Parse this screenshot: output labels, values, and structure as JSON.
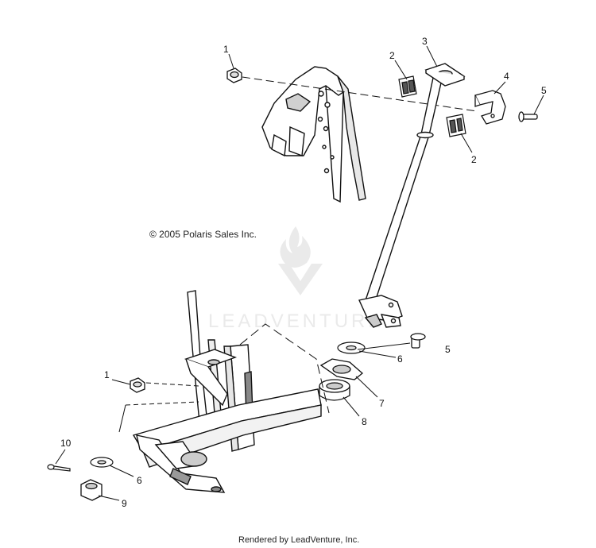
{
  "copyright": "© 2005 Polaris Sales Inc.",
  "credit": "Rendered by LeadVenture, Inc.",
  "watermark_text": "LEADVENTURE",
  "colors": {
    "line": "#111111",
    "fill": "#ffffff",
    "shade": "#bdbdbd",
    "watermark": "#d9d9d9"
  },
  "callouts": {
    "c1_top": "1",
    "c2_top": "2",
    "c3": "3",
    "c4": "4",
    "c5_top": "5",
    "c2_mid": "2",
    "c5_low": "5",
    "c6_right": "6",
    "c7": "7",
    "c8": "8",
    "c1_low": "1",
    "c10": "10",
    "c6_left": "6",
    "c9": "9"
  }
}
